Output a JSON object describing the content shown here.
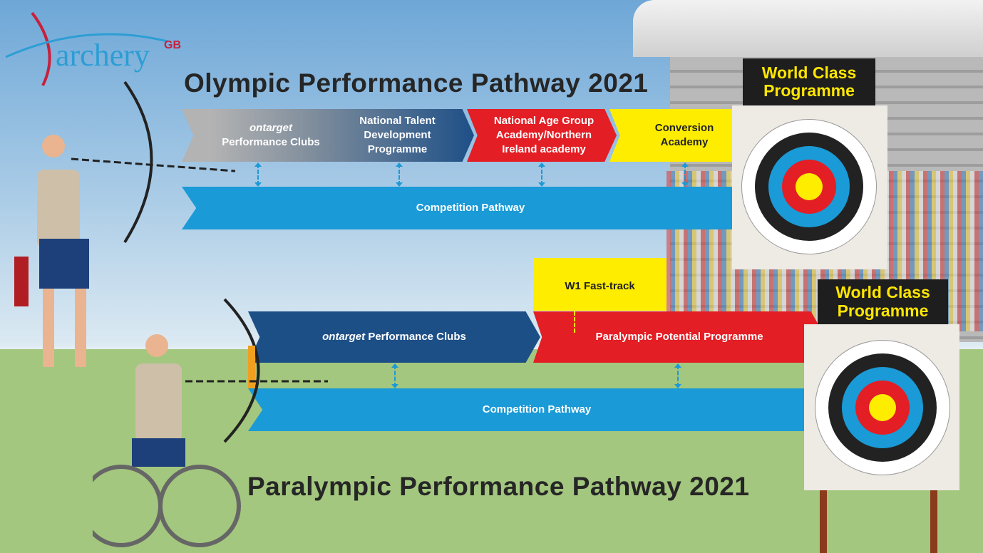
{
  "logo": {
    "text": "archery",
    "suffix": "GB"
  },
  "olympic": {
    "title": "Olympic Performance Pathway 2021",
    "stages": [
      {
        "prefix": "ontarget",
        "label": "Performance Clubs"
      },
      {
        "label": "National Talent Development Programme"
      },
      {
        "label": "National Age Group Academy/Northern Ireland academy"
      },
      {
        "label": "Conversion Academy"
      }
    ],
    "competition": "Competition Pathway",
    "world_class": "World Class Programme"
  },
  "paralympic": {
    "title": "Paralympic Performance Pathway 2021",
    "fast_track": "W1 Fast-track",
    "stages": [
      {
        "prefix": "ontarget",
        "label": "Performance Clubs"
      },
      {
        "label": "Paralympic Potential Programme"
      }
    ],
    "competition": "Competition Pathway",
    "world_class": "World Class Programme"
  },
  "colors": {
    "navy": "#1d4f87",
    "red": "#e31e24",
    "yellow": "#ffed00",
    "blue": "#1a9ad6",
    "grey": "#a9a9a9"
  }
}
